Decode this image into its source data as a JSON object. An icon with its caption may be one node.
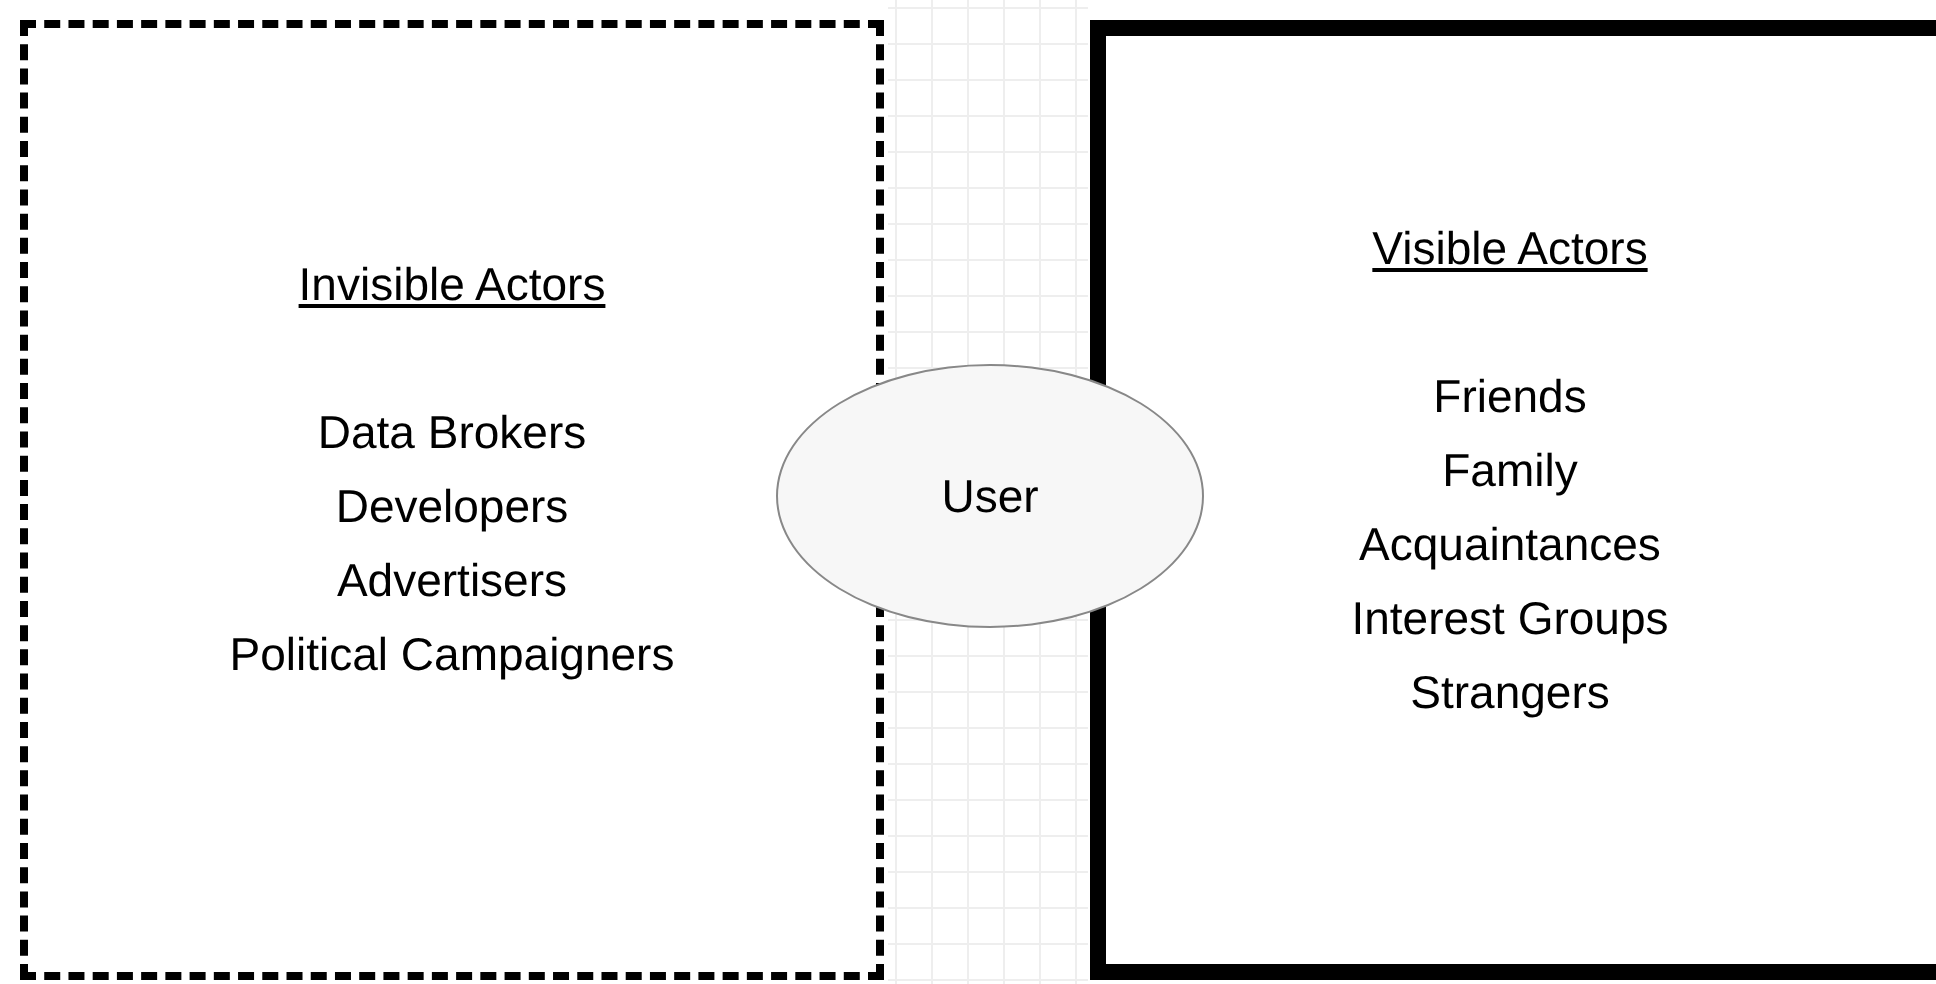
{
  "diagram": {
    "nodes": [
      {
        "text": [
          "Invisible Actors",
          "Data Brokers",
          "Developers",
          "Advertisers",
          "Political Campaigners"
        ]
      },
      {
        "text": [
          "Visible Actors",
          "Friends",
          "Family",
          "Acquaintances",
          "Interest Groups",
          "Strangers"
        ]
      },
      {
        "text": [
          "User"
        ]
      }
    ]
  }
}
